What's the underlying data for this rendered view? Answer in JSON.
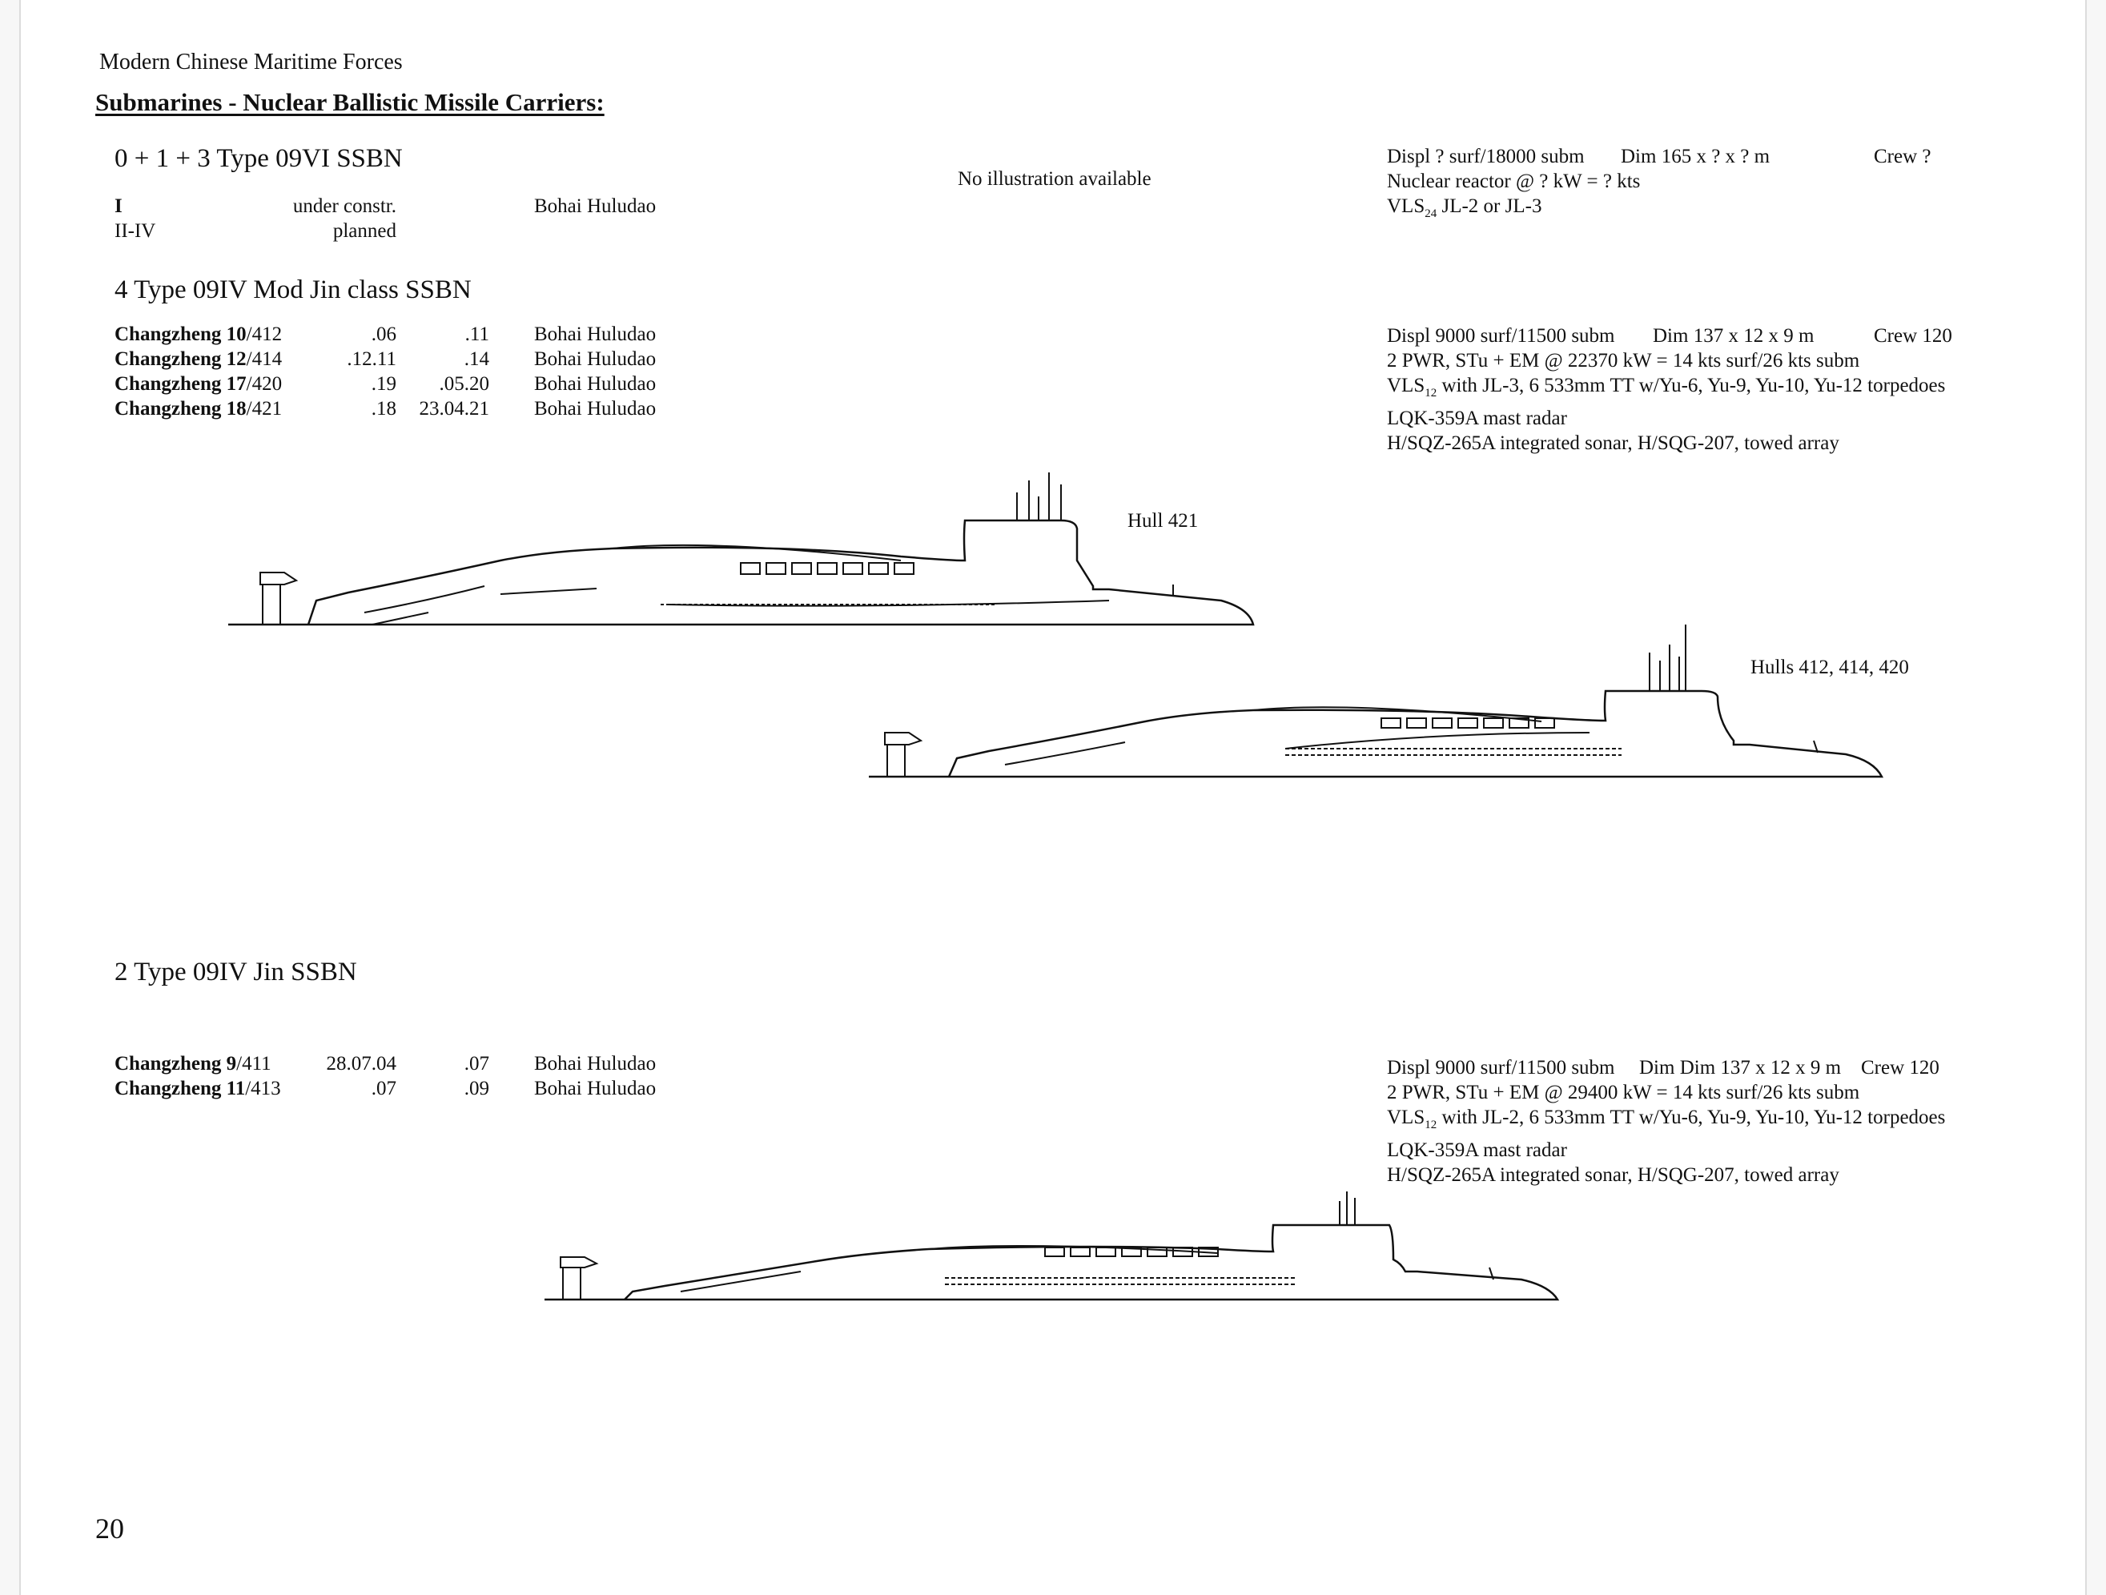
{
  "header": "Modern Chinese Maritime Forces",
  "section_title": "Submarines - Nuclear Ballistic Missile Carriers:",
  "classes": [
    {
      "heading": "0 + 1 + 3 Type 09VI SSBN",
      "illustration_note": "No illustration available",
      "boats": [
        {
          "name_bold": "I",
          "name_rest": "",
          "col1": "under constr.",
          "col2": "",
          "yard": "Bohai Huludao"
        },
        {
          "name_bold": "II-IV",
          "name_rest": "",
          "col1": "planned",
          "col2": "",
          "yard": ""
        }
      ],
      "specs": {
        "displ": "Displ ? surf/18000 subm",
        "dim": "Dim 165 x ? x ? m",
        "crew": "Crew ?",
        "propulsion": "Nuclear reactor @ ? kW = ? kts",
        "arm_prefix": "VLS",
        "arm_sub": "24",
        "arm_rest": " JL-2 or JL-3"
      }
    },
    {
      "heading": "4 Type 09IV Mod Jin class SSBN",
      "boats": [
        {
          "name_bold": "Changzheng 10",
          "name_rest": "/412",
          "col1": ".06",
          "col2": ".11",
          "yard": "Bohai Huludao"
        },
        {
          "name_bold": "Changzheng 12",
          "name_rest": "/414",
          "col1": ".12.11",
          "col2": ".14",
          "yard": "Bohai Huludao"
        },
        {
          "name_bold": "Changzheng 17",
          "name_rest": "/420",
          "col1": ".19",
          "col2": ".05.20",
          "yard": "Bohai Huludao"
        },
        {
          "name_bold": "Changzheng 18",
          "name_rest": "/421",
          "col1": ".18",
          "col2": "23.04.21",
          "yard": "Bohai Huludao"
        }
      ],
      "specs": {
        "displ": "Displ 9000 surf/11500 subm",
        "dim": "Dim 137 x 12 x 9 m",
        "crew": "Crew 120",
        "propulsion": "2 PWR, STu + EM @ 22370 kW = 14 kts surf/26 kts subm",
        "arm_prefix": "VLS",
        "arm_sub": "12",
        "arm_rest": " with JL-3, 6 533mm TT w/Yu-6, Yu-9, Yu-10, Yu-12 torpedoes",
        "radar": "LQK-359A mast radar",
        "sonar": "H/SQZ-265A integrated sonar, H/SQG-207, towed array"
      },
      "captions": [
        "Hull 421",
        "Hulls 412, 414, 420"
      ]
    },
    {
      "heading": "2 Type 09IV Jin SSBN",
      "boats": [
        {
          "name_bold": "Changzheng 9",
          "name_rest": "/411",
          "col1": "28.07.04",
          "col2": ".07",
          "yard": "Bohai Huludao"
        },
        {
          "name_bold": "Changzheng 11",
          "name_rest": "/413",
          "col1": ".07",
          "col2": ".09",
          "yard": "Bohai Huludao"
        }
      ],
      "specs": {
        "displ": "Displ 9000 surf/11500 subm",
        "dim": "Dim Dim 137 x 12 x 9 m",
        "crew": "Crew 120",
        "propulsion": "2 PWR, STu + EM @ 29400 kW = 14 kts surf/26 kts subm",
        "arm_prefix": "VLS",
        "arm_sub": "12",
        "arm_rest": " with JL-2, 6 533mm TT w/Yu-6, Yu-9, Yu-10, Yu-12 torpedoes",
        "radar": "LQK-359A mast radar",
        "sonar": "H/SQZ-265A integrated sonar, H/SQG-207, towed array"
      }
    }
  ],
  "page_number": "20"
}
